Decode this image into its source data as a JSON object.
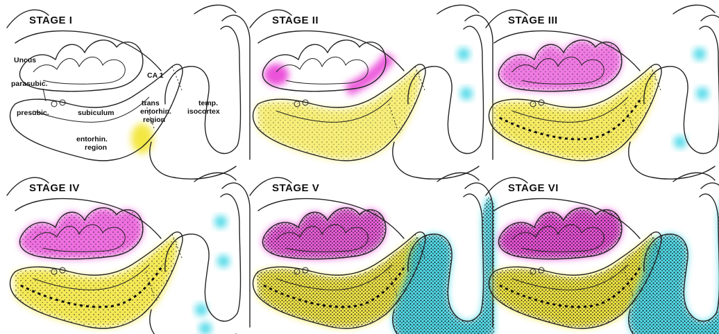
{
  "panels": [
    {
      "id": "stage-1",
      "title": "STAGE I",
      "magenta": 0.0,
      "yellow": 0.25,
      "cyan": 0.0
    },
    {
      "id": "stage-2",
      "title": "STAGE II",
      "magenta": 0.45,
      "yellow": 0.55,
      "cyan": 0.3
    },
    {
      "id": "stage-3",
      "title": "STAGE III",
      "magenta": 0.65,
      "yellow": 0.75,
      "cyan": 0.5
    },
    {
      "id": "stage-4",
      "title": "STAGE IV",
      "magenta": 0.75,
      "yellow": 0.85,
      "cyan": 0.6
    },
    {
      "id": "stage-5",
      "title": "STAGE V",
      "magenta": 0.9,
      "yellow": 0.95,
      "cyan": 0.95
    },
    {
      "id": "stage-6",
      "title": "STAGE VI",
      "magenta": 1.0,
      "yellow": 1.0,
      "cyan": 1.0
    }
  ],
  "labels": {
    "uncus": "Uncus",
    "ca1": "CA 1",
    "parasubic": "parasubic.",
    "presubic": "presubic.",
    "subiculum": "subiculum",
    "trans_1": "trans",
    "trans_2": "entorhin.",
    "trans_3": "region",
    "temp_1": "temp.",
    "temp_2": "isocortex",
    "ent_1": "entorhin.",
    "ent_2": "region"
  },
  "colors": {
    "magenta": "#e93fd6",
    "yellow": "#f3e63a",
    "cyan": "#3fd6e6",
    "outline": "#222222"
  }
}
